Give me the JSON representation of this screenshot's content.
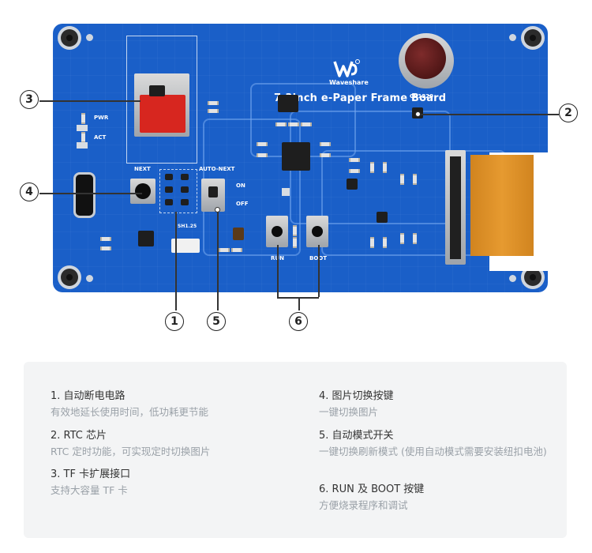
{
  "board": {
    "title": "7.3inch e-Paper Frame Board",
    "brand": "Waveshare",
    "labels": {
      "pwr": "PWR",
      "act": "ACT",
      "next": "NEXT",
      "auto_next": "AUTO-NEXT",
      "on": "ON",
      "off": "OFF",
      "sh": "SH1.25",
      "battery": "CR1220",
      "run": "RUN",
      "boot": "BOOT"
    },
    "colors": {
      "pcb": "#1a5fc8",
      "fpc": "#e69a30"
    }
  },
  "callouts": [
    "3",
    "2",
    "4",
    "1",
    "5",
    "6"
  ],
  "features": [
    {
      "title": "1. 自动断电电路",
      "desc": "有效地延长使用时间，低功耗更节能"
    },
    {
      "title": "2. RTC 芯片",
      "desc": "RTC 定时功能，可实现定时切换图片"
    },
    {
      "title": "3. TF 卡扩展接口",
      "desc": "支持大容量 TF 卡"
    },
    {
      "title": "4. 图片切换按键",
      "desc": "一键切换图片"
    },
    {
      "title": "5. 自动模式开关",
      "desc": "一键切换刷新模式 (使用自动模式需要安装纽扣电池)"
    },
    {
      "title": "6. RUN 及 BOOT 按键",
      "desc": "方便烧录程序和调试"
    }
  ]
}
